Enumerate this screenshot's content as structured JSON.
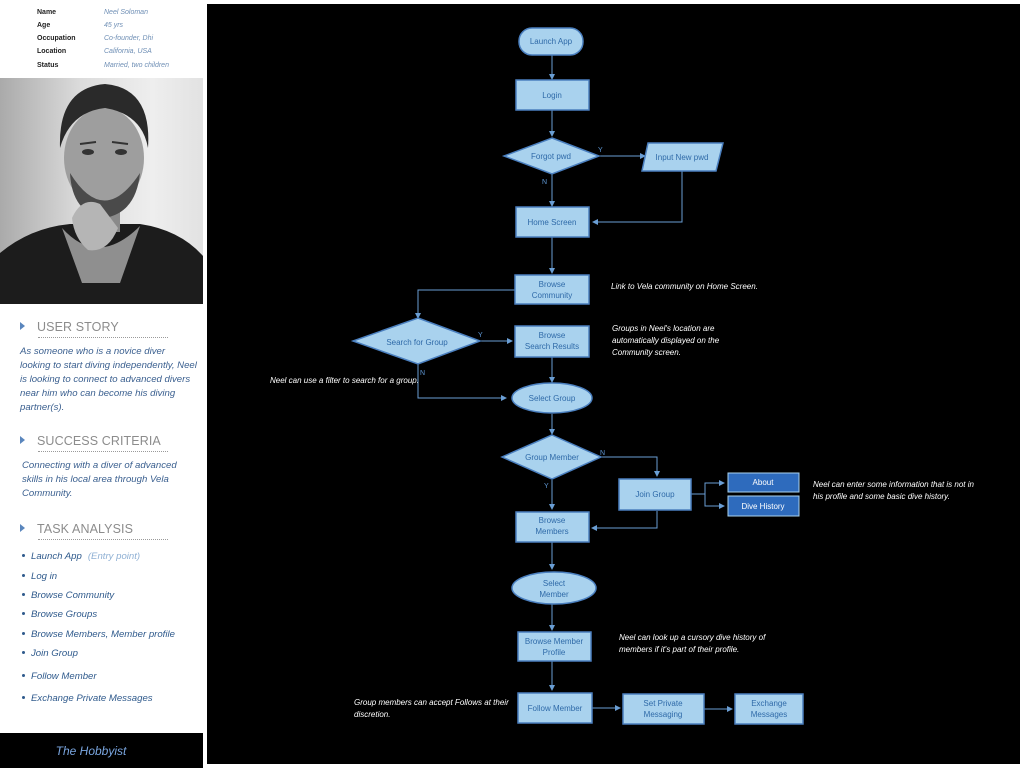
{
  "persona": {
    "fields": [
      {
        "label": "Name",
        "value": "Neel Soloman"
      },
      {
        "label": "Age",
        "value": "45 yrs"
      },
      {
        "label": "Occupation",
        "value": "Co-founder, Dhi"
      },
      {
        "label": "Location",
        "value": "California, USA"
      },
      {
        "label": "Status",
        "value": "Married, two children"
      }
    ]
  },
  "user_story": {
    "title": "USER STORY",
    "text": "As someone who is a novice diver looking to start diving independently, Neel is looking to connect to advanced divers near him who can become his diving partner(s)."
  },
  "success_criteria": {
    "title": "SUCCESS CRITERIA",
    "text": "Connecting with a diver of advanced skills in his local area through Vela Community."
  },
  "task_analysis": {
    "title": "TASK ANALYSIS",
    "items": [
      {
        "label": "Launch App",
        "note": "(Entry point)"
      },
      {
        "label": "Log in"
      },
      {
        "label": "Browse Community"
      },
      {
        "label": "Browse Groups"
      },
      {
        "label": "Browse Members, Member profile"
      },
      {
        "label": "Join Group"
      },
      {
        "label": "Follow Member"
      },
      {
        "label": "Exchange Private Messages"
      }
    ]
  },
  "footer": {
    "label": "The Hobbyist"
  },
  "flow": {
    "nodes": {
      "launch": "Launch App",
      "login": "Login",
      "forgot": "Forgot pwd",
      "input_pwd": "Input New pwd",
      "home": "Home Screen",
      "browse_community": [
        "Browse",
        "Community"
      ],
      "search_group": "Search for Group",
      "browse_results": [
        "Browse",
        "Search Results"
      ],
      "select_group": "Select Group",
      "group_member": "Group Member",
      "join_group": "Join Group",
      "about": "About",
      "dive_history": "Dive History",
      "browse_members": [
        "Browse",
        "Members"
      ],
      "select_member": [
        "Select",
        "Member"
      ],
      "member_profile": [
        "Browse Member",
        "Profile"
      ],
      "follow": "Follow Member",
      "private_msg": [
        "Set Private",
        "Messaging"
      ],
      "exchange": [
        "Exchange",
        "Messages"
      ]
    },
    "yes": "Y",
    "no": "N",
    "annotations": {
      "home_link": "Link to Vela community on Home Screen.",
      "groups_location": "Groups in Neel's location are automatically displayed on the Community screen.",
      "filter": "Neel can use a filter to search for a group.",
      "profile_info": "Neel can enter some information that is not in his profile and some basic dive history.",
      "dive_lookup": "Neel can look up a cursory dive history of members if it's part of their profile.",
      "follows": "Group members can accept Follows at their discretion."
    },
    "colors": {
      "node_fill": "#a9d2ee",
      "node_stroke": "#4a7fbf",
      "dark_fill": "#2e6bbd",
      "edge": "#6a9ed4"
    }
  }
}
